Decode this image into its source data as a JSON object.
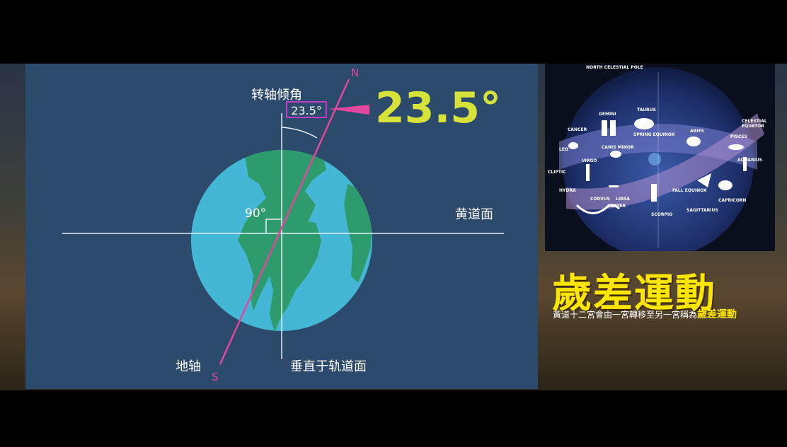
{
  "left_diagram": {
    "label_tilt": "转轴倾角",
    "angle_box": "23.5°",
    "angle_big": "23.5°",
    "label_n": "N",
    "label_s": "S",
    "label_90": "90°",
    "label_ecliptic": "黄道面",
    "label_axis": "地轴",
    "label_perp": "垂直于轨道面"
  },
  "right_panel": {
    "zodiac_labels": [
      "NORTH CELESTIAL POLE",
      "GEMINI",
      "TAURUS",
      "CANCER",
      "SPRING EQUINOX",
      "ARIES",
      "PISCES",
      "CELESTIAL EQUATOR",
      "LEO",
      "CANIS MINOR",
      "AQUARIUS",
      "CLIPTIC",
      "VIRGO",
      "HYDRA",
      "CORVUS",
      "LIBRA",
      "FALL EQUINOX",
      "CRATER",
      "SAGITTARIUS",
      "CAPRICORN",
      "SCORPIO"
    ],
    "title": "歲差運動",
    "subtitle_prefix": "黃道十二宮會由一宮轉移至另一宮稱為",
    "subtitle_highlight": "歲差運動"
  },
  "colors": {
    "ocean": "#45b7d6",
    "land": "#2e9b6c",
    "axis": "#e0479d",
    "highlight": "#d8e33a",
    "title_yellow": "#ffe600"
  }
}
